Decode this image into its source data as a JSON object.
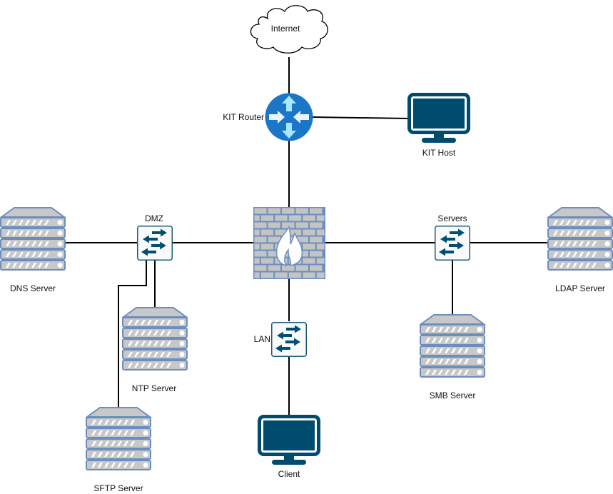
{
  "diagram": {
    "title": "Network Topology",
    "colors": {
      "line": "#000000",
      "router_blue": "#1c76c8",
      "router_arrow": "#a8e8ff",
      "monitor": "#004c6e",
      "switch_border": "#1b5c7a",
      "switch_arrow": "#005073",
      "server_fill": "#c8c8c8",
      "server_stroke": "#6c8ebf",
      "firewall_brick": "#c4c4c4",
      "firewall_mortar": "#6c8ebf"
    },
    "nodes": [
      {
        "id": "internet",
        "type": "cloud",
        "label": "Internet"
      },
      {
        "id": "kit_router",
        "type": "router",
        "label": "KIT Router"
      },
      {
        "id": "kit_host",
        "type": "monitor",
        "label": "KIT Host"
      },
      {
        "id": "firewall",
        "type": "firewall",
        "label": ""
      },
      {
        "id": "dmz_switch",
        "type": "switch",
        "label": "DMZ"
      },
      {
        "id": "servers_switch",
        "type": "switch",
        "label": "Servers"
      },
      {
        "id": "lan_switch",
        "type": "switch",
        "label": "LAN"
      },
      {
        "id": "dns_server",
        "type": "server",
        "label": "DNS Server"
      },
      {
        "id": "ntp_server",
        "type": "server",
        "label": "NTP Server"
      },
      {
        "id": "sftp_server",
        "type": "server",
        "label": "SFTP Server"
      },
      {
        "id": "ldap_server",
        "type": "server",
        "label": "LDAP Server"
      },
      {
        "id": "smb_server",
        "type": "server",
        "label": "SMB Server"
      },
      {
        "id": "client",
        "type": "monitor",
        "label": "Client"
      }
    ],
    "edges": [
      {
        "from": "internet",
        "to": "kit_router"
      },
      {
        "from": "kit_router",
        "to": "kit_host"
      },
      {
        "from": "kit_router",
        "to": "firewall"
      },
      {
        "from": "firewall",
        "to": "dmz_switch"
      },
      {
        "from": "firewall",
        "to": "servers_switch"
      },
      {
        "from": "firewall",
        "to": "lan_switch"
      },
      {
        "from": "dmz_switch",
        "to": "dns_server"
      },
      {
        "from": "dmz_switch",
        "to": "ntp_server"
      },
      {
        "from": "dmz_switch",
        "to": "sftp_server"
      },
      {
        "from": "servers_switch",
        "to": "ldap_server"
      },
      {
        "from": "servers_switch",
        "to": "smb_server"
      },
      {
        "from": "lan_switch",
        "to": "client"
      }
    ]
  }
}
